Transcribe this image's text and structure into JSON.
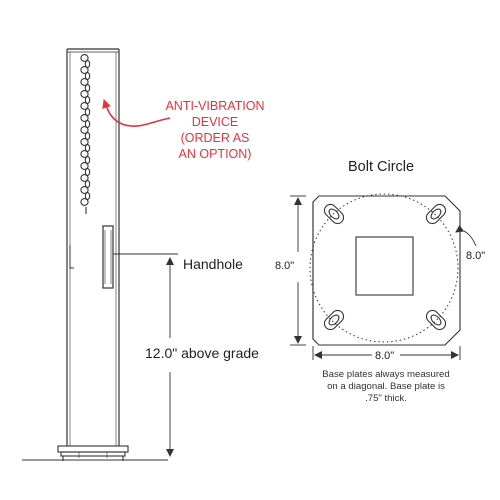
{
  "colors": {
    "line": "#333333",
    "accent": "#e0353f",
    "background": "#ffffff"
  },
  "pole": {
    "anti_vibration_lines": [
      "ANTI-VIBRATION",
      "DEVICE",
      "(ORDER AS",
      "AN OPTION)"
    ],
    "handhole_label": "Handhole",
    "height_label": "12.0\" above grade"
  },
  "base_plate": {
    "title": "Bolt Circle",
    "side_dimension": "8.0\"",
    "bottom_dimension": "8.0\"",
    "bolt_circle_dimension": "8.0\"",
    "note_lines": [
      "Base plates always measured",
      "on a diagonal. Base plate is",
      ".75\" thick."
    ]
  }
}
